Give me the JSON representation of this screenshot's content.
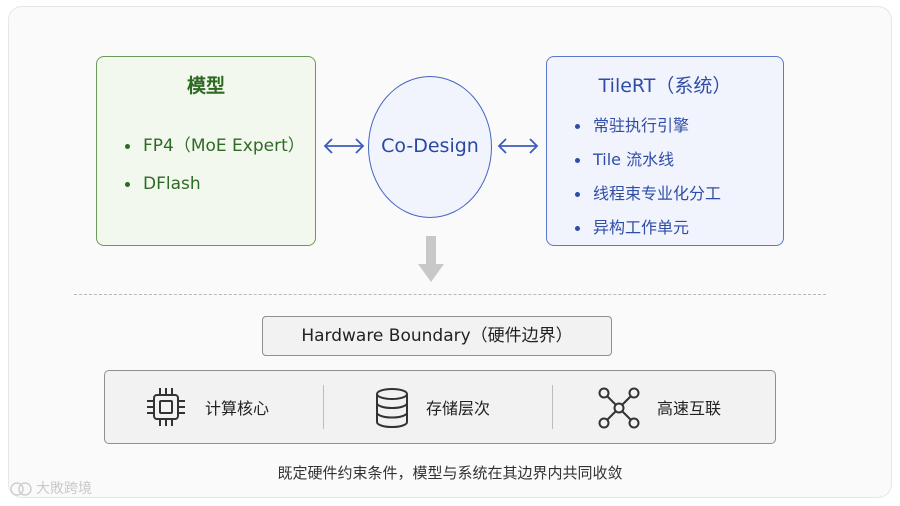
{
  "model": {
    "title": "模型",
    "items": [
      "FP4（MoE Expert）",
      "DFlash"
    ]
  },
  "center": {
    "label": "Co-Design"
  },
  "system": {
    "title": "TileRT（系统）",
    "items": [
      "常驻执行引擎",
      "Tile 流水线",
      "线程束专业化分工",
      "异构工作单元"
    ]
  },
  "hardware": {
    "boundary_label": "Hardware Boundary（硬件边界）",
    "items": [
      {
        "label": "计算核心",
        "icon": "cpu-chip-icon"
      },
      {
        "label": "存储层次",
        "icon": "database-stack-icon"
      },
      {
        "label": "高速互联",
        "icon": "network-nodes-icon"
      }
    ]
  },
  "caption": "既定硬件约束条件，模型与系统在其边界内共同收敛",
  "watermark": "大敗跨境",
  "colors": {
    "model_accent": "#2f6a25",
    "system_accent": "#2f4da8",
    "model_bg": "#f3f8ef",
    "system_bg": "#f1f4fd"
  }
}
